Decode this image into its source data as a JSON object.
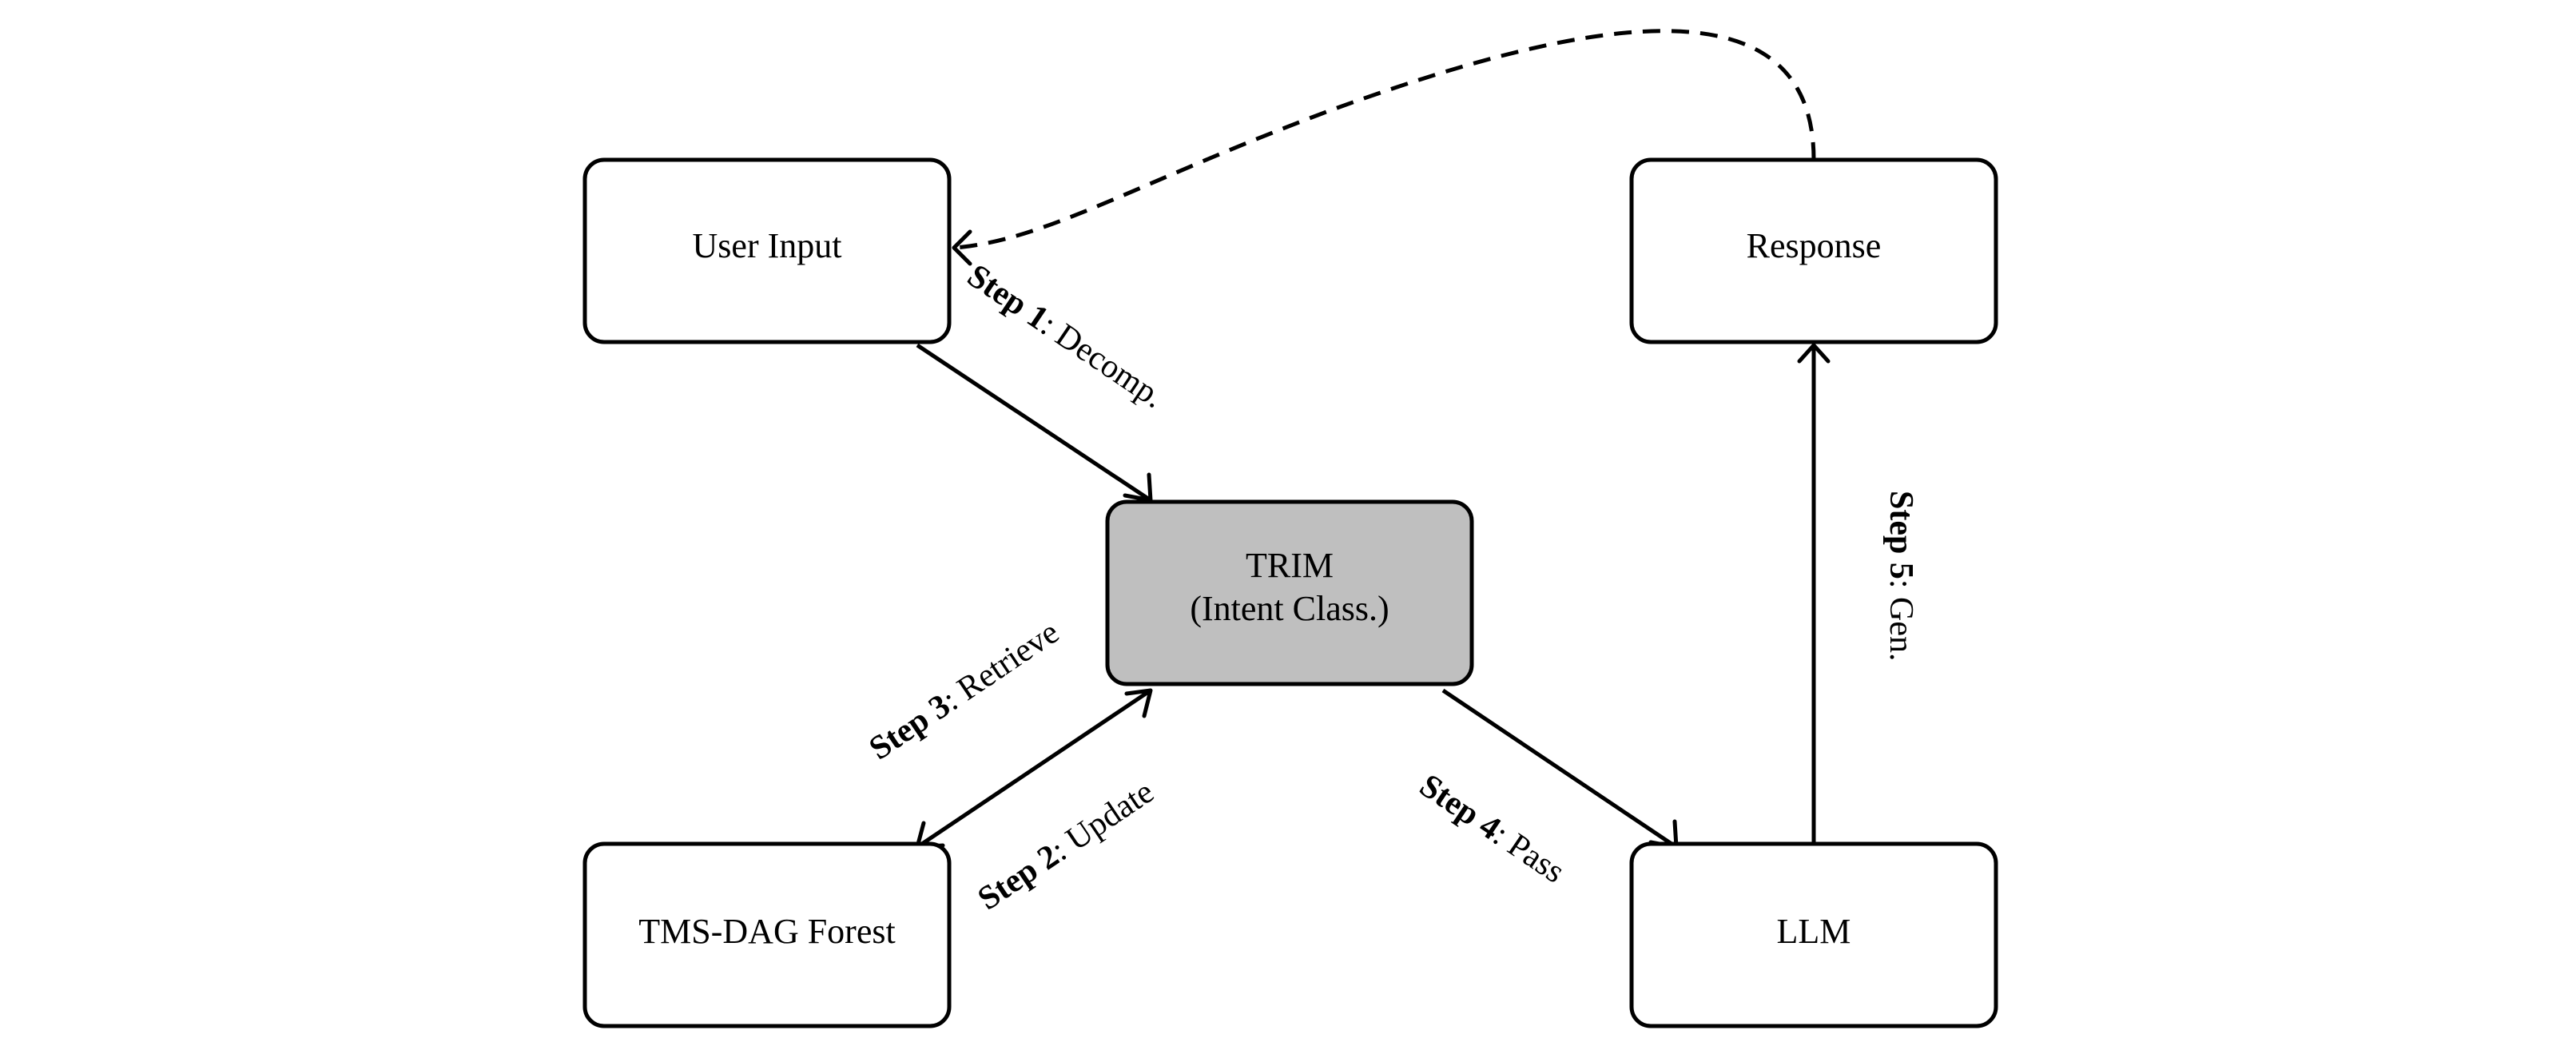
{
  "nodes": {
    "user_input": {
      "label": "User Input"
    },
    "trim": {
      "line1": "TRIM",
      "line2": "(Intent Class.)"
    },
    "tms_dag": {
      "label": "TMS-DAG Forest"
    },
    "llm": {
      "label": "LLM"
    },
    "response": {
      "label": "Response"
    }
  },
  "edges": {
    "step1": {
      "step": "Step 1",
      "text": ": Decomp."
    },
    "step2": {
      "step": "Step 2",
      "text": ": Update"
    },
    "step3": {
      "step": "Step 3",
      "text": ": Retrieve"
    },
    "step4": {
      "step": "Step 4",
      "text": ": Pass"
    },
    "step5": {
      "step": "Step 5",
      "text": ": Gen."
    }
  },
  "colors": {
    "center_fill": "#bfbfbf",
    "stroke": "#000000",
    "background": "#ffffff"
  }
}
